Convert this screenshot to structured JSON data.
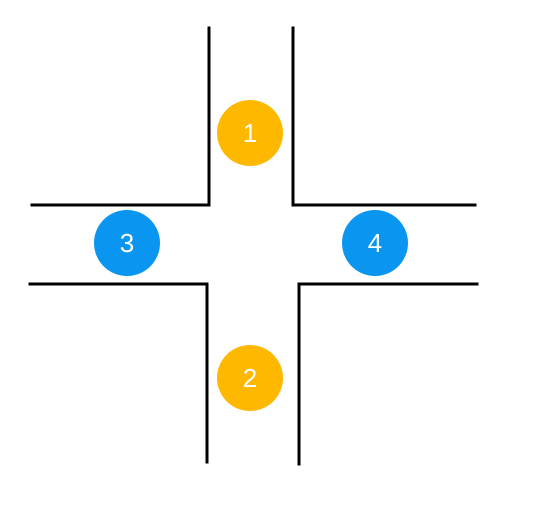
{
  "markers": [
    {
      "id": "1",
      "label": "1",
      "color": "#FFB800"
    },
    {
      "id": "2",
      "label": "2",
      "color": "#FFB800"
    },
    {
      "id": "3",
      "label": "3",
      "color": "#0A96F0"
    },
    {
      "id": "4",
      "label": "4",
      "color": "#0A96F0"
    }
  ],
  "colors": {
    "road_line": "#000000",
    "background": "#ffffff",
    "label_text": "#ffffff"
  }
}
